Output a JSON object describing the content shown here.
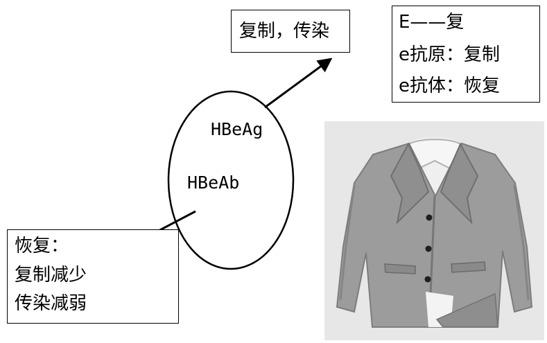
{
  "labels": {
    "top_callout": "复制，传染",
    "hbeag": "HBeAg",
    "hbeab": "HBeAb",
    "legend": {
      "line1": "E——复",
      "line2": "e抗原：复制",
      "line3": "e抗体：恢复"
    },
    "bottom_callout": {
      "line1": "恢复：",
      "line2": "复制减少",
      "line3": "传染减弱"
    }
  },
  "photo": {
    "subject": "jacket",
    "background_color": "#e7e7e7",
    "coat_color": "#9c9c9c",
    "shirt_color": "#efefef",
    "button_color": "#1f1f1f"
  }
}
